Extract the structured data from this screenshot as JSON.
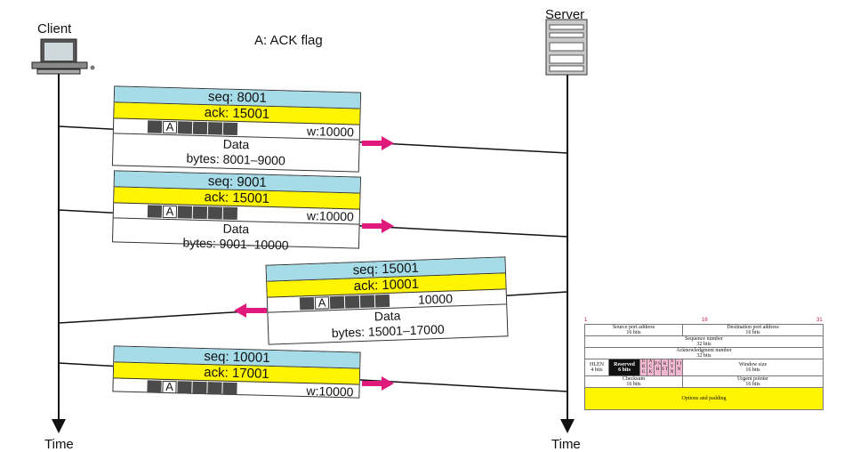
{
  "client_label": "Client",
  "server_label": "Server",
  "time_left": "Time",
  "time_right": "Time",
  "legend": "A: ACK flag",
  "segments": [
    {
      "seq": "seq: 8001",
      "ack": "ack: 15001",
      "flag": "A",
      "window": "w:10000",
      "data1": "Data",
      "data2": "bytes: 8001–9000"
    },
    {
      "seq": "seq: 9001",
      "ack": "ack: 15001",
      "flag": "A",
      "window": "w:10000",
      "data1": "Data",
      "data2": "bytes: 9001–10000"
    },
    {
      "seq": "seq: 15001",
      "ack": "ack: 10001",
      "flag": "A",
      "window": "10000",
      "data1": "Data",
      "data2": "bytes: 15001–17000"
    },
    {
      "seq": "seq: 10001",
      "ack": "ack: 17001",
      "flag": "A",
      "window": "w:10000",
      "data1": "",
      "data2": ""
    }
  ],
  "tcp_header": {
    "bit_0": "1",
    "bit_16": "16",
    "bit_31": "31",
    "source_port": "Source port address",
    "source_port_bits": "16 bits",
    "dest_port": "Destination port address",
    "dest_port_bits": "16 bits",
    "seq_number": "Sequence number",
    "seq_bits": "32 bits",
    "ack_number": "Acknowledgment number",
    "ack_bits": "32 bits",
    "hlen": "HLEN",
    "hlen_bits": "4 bits",
    "reserved": "Reserved",
    "reserved_bits": "6 bits",
    "flags": [
      "U R G",
      "A C K",
      "P S H",
      "R S T",
      "S Y N",
      "F I N"
    ],
    "window": "Window size",
    "window_bits": "16 bits",
    "checksum": "Checksum",
    "checksum_bits": "16 bits",
    "urgent": "Urgent pointer",
    "urgent_bits": "16 bits",
    "options": "Options and padding"
  },
  "colors": {
    "seq_bg": "#a6dbe8",
    "ack_bg": "#fff500",
    "arrow": "#e0197d",
    "flag_box": "#f2b8d0"
  }
}
